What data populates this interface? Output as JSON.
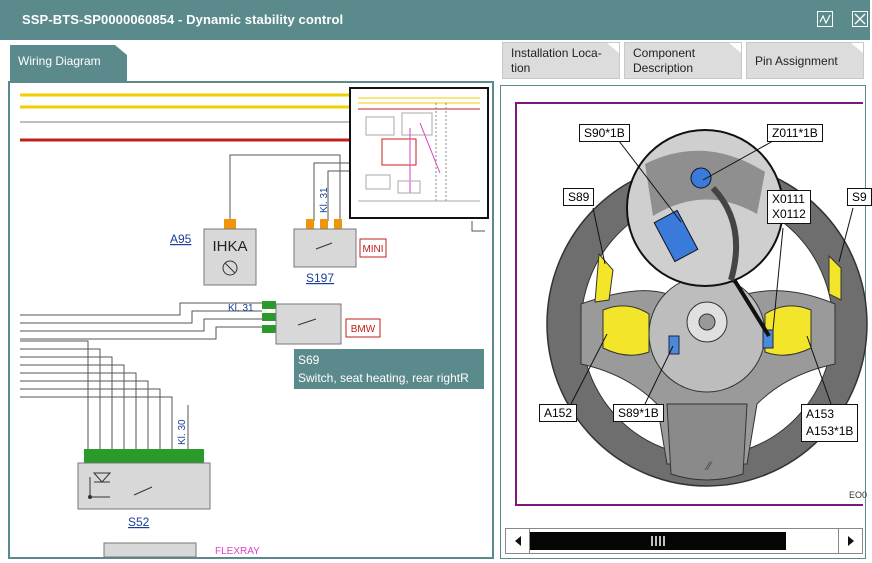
{
  "window": {
    "title": "SSP-BTS-SP0000060854  -  Dynamic stability control",
    "icons": [
      "chart-icon",
      "close-icon"
    ]
  },
  "tabs": {
    "wiring": "Wiring Diagram",
    "installation_1": "Installation Loca-",
    "installation_2": "tion",
    "component_1": "Component",
    "component_2": "Description",
    "pin": "Pin Assignment"
  },
  "wiring": {
    "a95_label": "A95",
    "a95_name": "IHKA",
    "s197_label": "S197",
    "s197_kl": "Kl. 31",
    "s197_badge": "MINI",
    "s69_kl": "Kl. 31",
    "s69_badge": "BMW",
    "s69_tip_id": "S69",
    "s69_tip_desc": "Switch, seat heating, rear rightR",
    "s52_label": "S52",
    "s52_kl": "Kl. 30",
    "flexray": "FLEXRAY"
  },
  "installation": {
    "callouts": {
      "s90": "S90*1B",
      "z011": "Z011*1B",
      "s89": "S89",
      "s9x": "S9",
      "x0111": "X0111",
      "x0112": "X0112",
      "a152": "A152",
      "s89_1b": "S89*1B",
      "a153": "A153",
      "a153_1b": "A153*1B"
    },
    "code": "EO0"
  },
  "colors": {
    "teal": "#5b8a8c",
    "wire_yellow": "#f2cf00",
    "wire_red": "#c0201c",
    "connector_orange": "#f0940a",
    "connector_green": "#2a9a2a",
    "frame_purple": "#7a1a7a"
  }
}
